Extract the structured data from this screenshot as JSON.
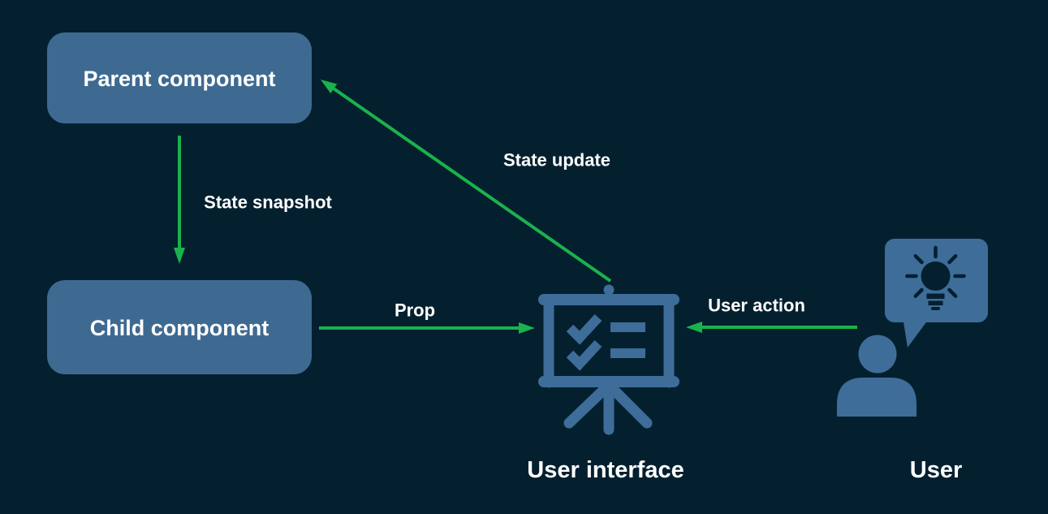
{
  "colors": {
    "background": "#04202f",
    "node_fill": "#3e6a92",
    "icon_fill": "#3e6d99",
    "arrow_green": "#1ab24c",
    "label_text": "#ffffff"
  },
  "nodes": {
    "parent": {
      "label": "Parent component"
    },
    "child": {
      "label": "Child component"
    },
    "user_interface": {
      "label": "User interface",
      "icon": "presentation-checklist-icon"
    },
    "user": {
      "label": "User",
      "icon": "person-speech-bubble-idea-icon"
    }
  },
  "edges": {
    "state_snapshot": {
      "label": "State snapshot",
      "from": "Parent component",
      "to": "Child component"
    },
    "state_update": {
      "label": "State update",
      "from": "User interface",
      "to": "Parent component"
    },
    "prop": {
      "label": "Prop",
      "from": "Child component",
      "to": "User interface"
    },
    "user_action": {
      "label": "User action",
      "from": "User",
      "to": "User interface"
    }
  }
}
